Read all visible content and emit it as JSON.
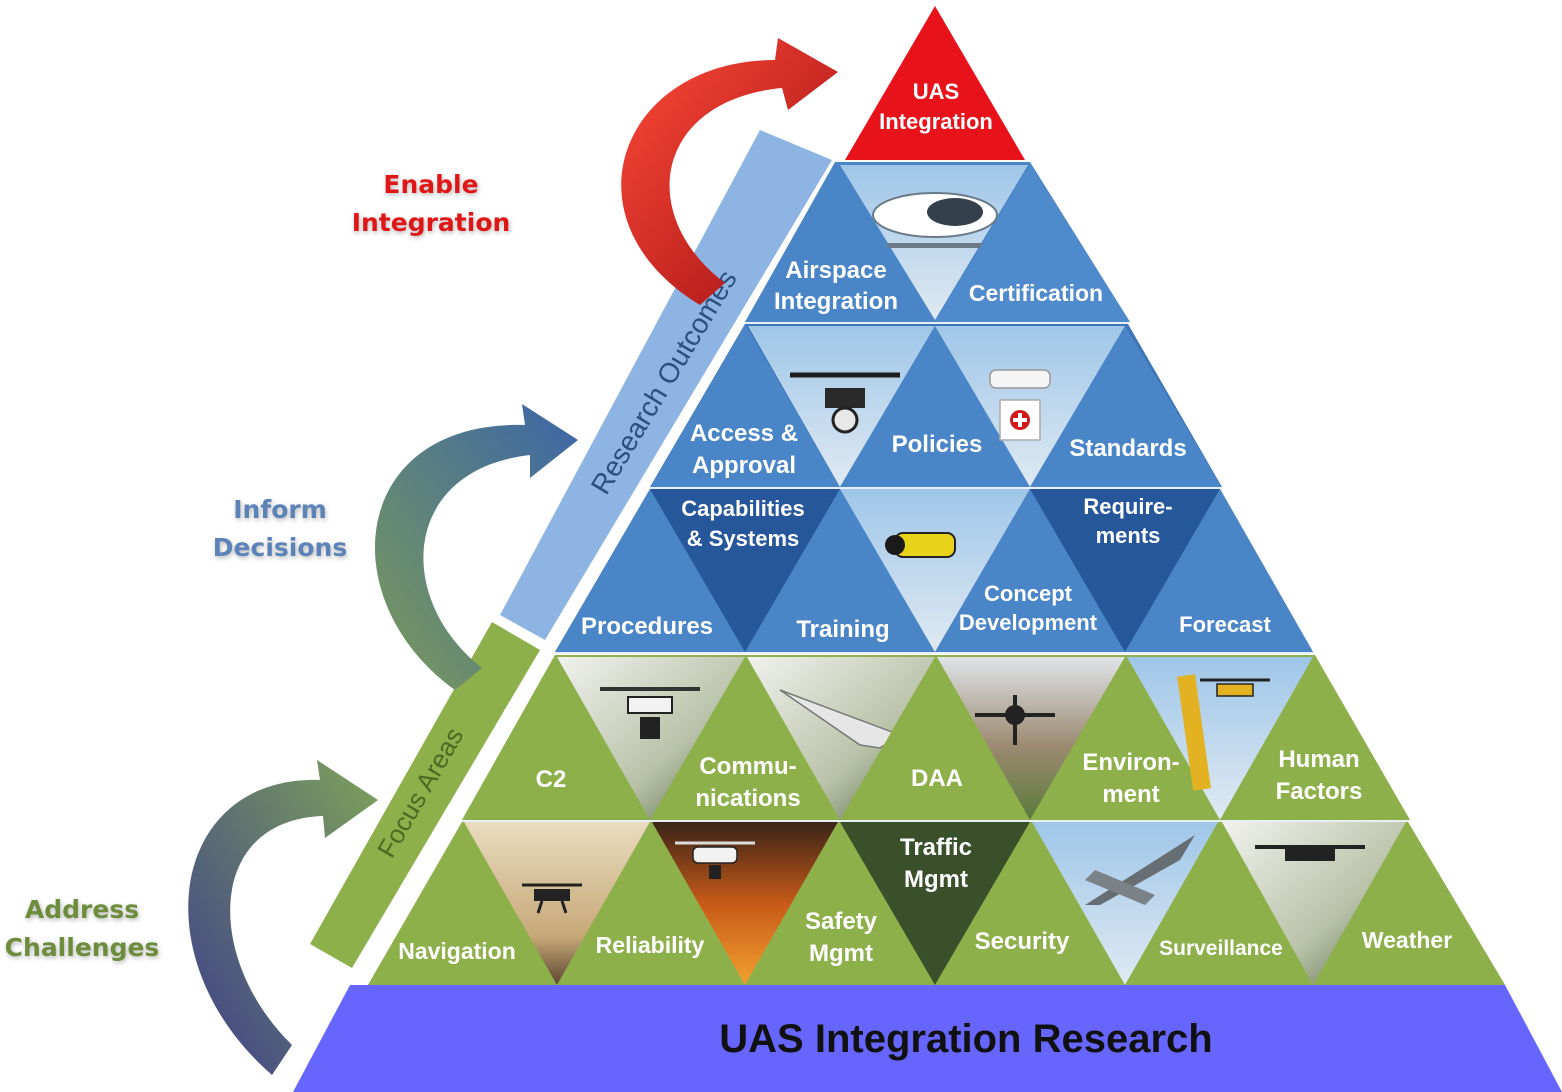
{
  "colors": {
    "top": "#e8121a",
    "blue_light": "#4a86c7",
    "blue_mid": "#3d76b8",
    "blue_dark": "#27579b",
    "green": "#8db04a",
    "green_dark": "#6c8c32",
    "green_darkest": "#39502a",
    "base": "#6666ff",
    "bar_blue": "#8db4e2",
    "bar_green": "#8db04a",
    "enable": "#e01818",
    "inform": "#5b83b8",
    "address": "#6d8d3c"
  },
  "top": {
    "line1": "UAS",
    "line2": "Integration"
  },
  "base": {
    "title": "UAS Integration Research"
  },
  "bars": {
    "research_outcomes": "Research Outcomes",
    "focus_areas": "Focus Areas"
  },
  "side_labels": {
    "enable": {
      "line1": "Enable",
      "line2": "Integration"
    },
    "inform": {
      "line1": "Inform",
      "line2": "Decisions"
    },
    "address": {
      "line1": "Address",
      "line2": "Challenges"
    }
  },
  "rows": {
    "r1": {
      "a1": "Airspace",
      "a2": "Integration",
      "b": "Certification"
    },
    "r2": {
      "a1": "Access &",
      "a2": "Approval",
      "b": "Policies",
      "c": "Standards"
    },
    "r3": {
      "a": "Procedures",
      "b1": "Capabilities",
      "b2": "& Systems",
      "c": "Training",
      "d1": "Concept",
      "d2": "Development",
      "e1": "Require-",
      "e2": "ments",
      "f": "Forecast"
    },
    "r4": {
      "a": "C2",
      "b1": "Commu-",
      "b2": "nications",
      "c": "DAA",
      "d1": "Environ-",
      "d2": "ment",
      "e1": "Human",
      "e2": "Factors"
    },
    "r5": {
      "a": "Navigation",
      "b": "Reliability",
      "c1": "Safety",
      "c2": "Mgmt",
      "d1": "Traffic",
      "d2": "Mgmt",
      "e": "Security",
      "f": "Surveillance",
      "g": "Weather"
    }
  },
  "icons": [
    "helicopter-photo",
    "drone-photo",
    "delivery-drone-photo",
    "camera-drone-photo",
    "drone-photo",
    "aircraft-photo",
    "drone-photo",
    "drone-photo",
    "drone-photo",
    "fire-drone-photo",
    "aircraft-photo",
    "drone-photo"
  ]
}
